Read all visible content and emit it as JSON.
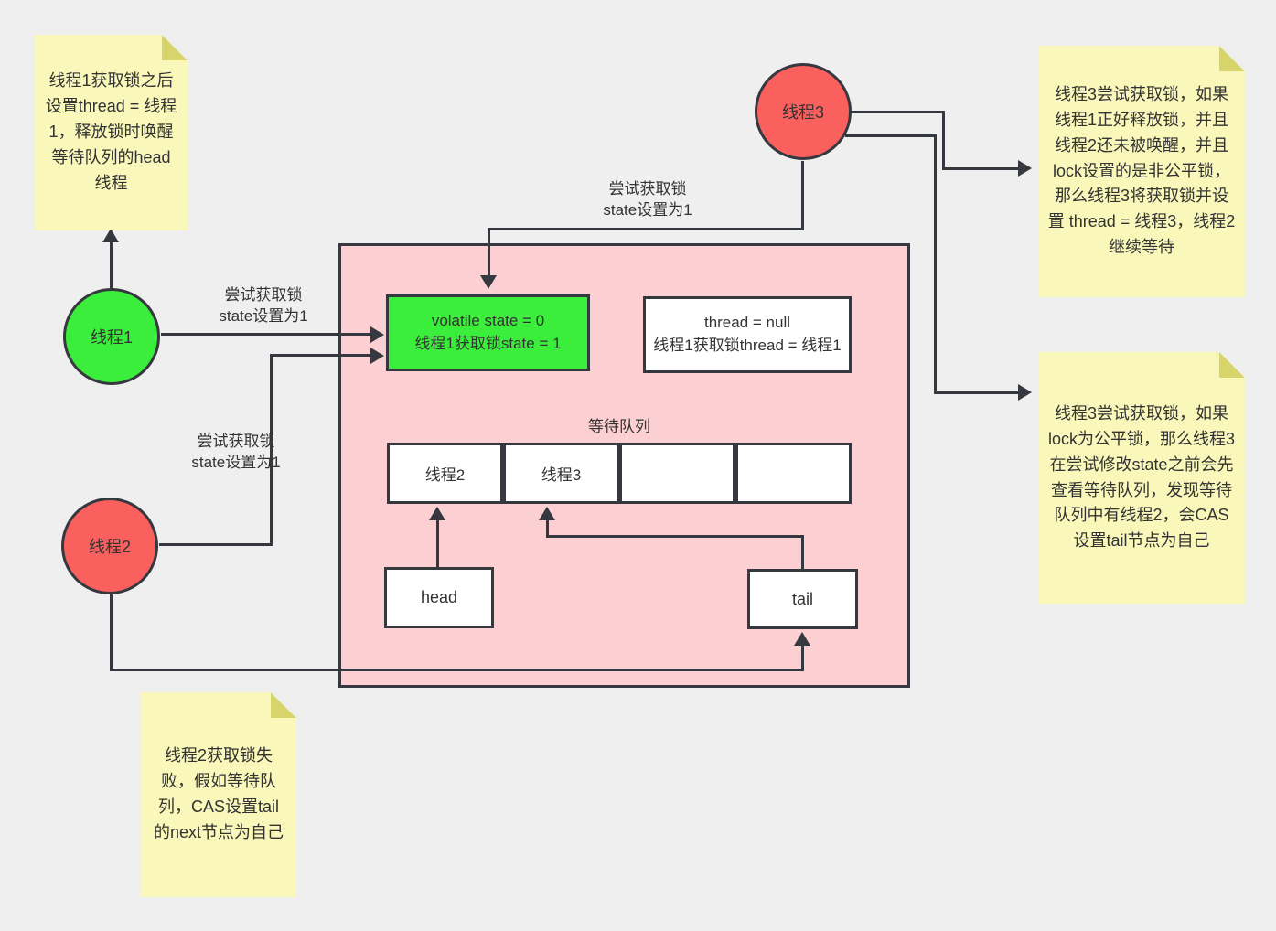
{
  "colors": {
    "bg": "#efefef",
    "line": "#35383e",
    "green": "#3bee3b",
    "red": "#f9605e",
    "pink": "#fcd0d3",
    "note": "#f9f7ba",
    "fold": "#d7d46c",
    "ink": "#333333"
  },
  "notes": {
    "thread1": "线程1获取锁之后设置thread = 线程1，释放锁时唤醒等待队列的head线程",
    "thread3_unfair": "线程3尝试获取锁，如果线程1正好释放锁，并且线程2还未被唤醒，并且lock设置的是非公平锁，那么线程3将获取锁并设置 thread = 线程3，线程2继续等待",
    "thread3_fair": "线程3尝试获取锁，如果lock为公平锁，那么线程3在尝试修改state之前会先查看等待队列，发现等待队列中有线程2，会CAS设置tail节点为自己",
    "thread2": "线程2获取锁失败，假如等待队列，CAS设置tail的next节点为自己"
  },
  "threads": {
    "t1": "线程1",
    "t2": "线程2",
    "t3": "线程3"
  },
  "state_box": {
    "line1": "volatile state = 0",
    "line2": "线程1获取锁state = 1"
  },
  "thread_box": {
    "line1": "thread = null",
    "line2": "线程1获取锁thread = 线程1"
  },
  "queue": {
    "title": "等待队列",
    "cells": [
      "线程2",
      "线程3",
      "",
      ""
    ]
  },
  "pointers": {
    "head": "head",
    "tail": "tail"
  },
  "arrow_label": {
    "line1": "尝试获取锁",
    "line2": "state设置为1"
  }
}
